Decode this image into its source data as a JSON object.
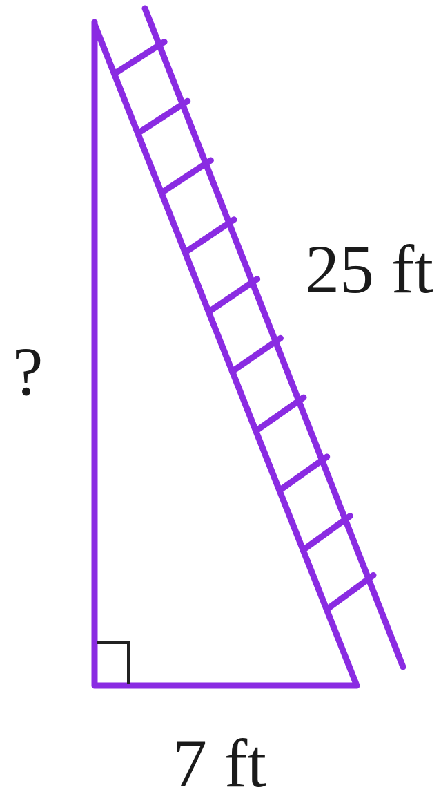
{
  "diagram": {
    "labels": {
      "height": "?",
      "ladder_length": "25 ft",
      "base": "7 ft"
    },
    "colors": {
      "stroke": "#8a2be2",
      "right_angle_mark": "#222222",
      "text": "#1a1a1a"
    },
    "rung_count": 10
  }
}
